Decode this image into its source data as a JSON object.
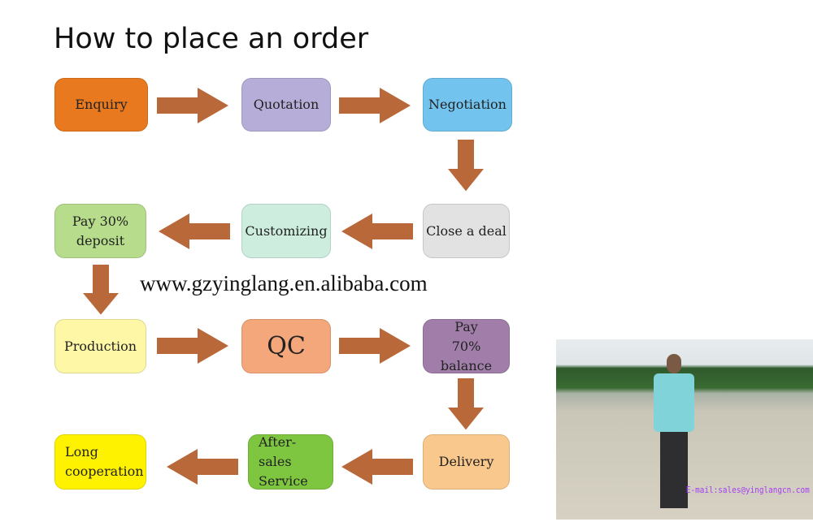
{
  "title": "How to place an order",
  "website": "www.gzyinglang.en.alibaba.com",
  "steps": {
    "enquiry": "Enquiry",
    "quotation": "Quotation",
    "negotiation": "Negotiation",
    "close": "Close a deal",
    "customizing": "Customizing",
    "deposit": "Pay 30% deposit",
    "production": "Production",
    "qc": "QC",
    "balance": "Pay 70% balance",
    "delivery": "Delivery",
    "aftersales": "After-sales Service",
    "long": "Long cooperation"
  },
  "email": "E-mail:sales@yinglangcn.com",
  "colors": {
    "arrow": "#b9683a"
  }
}
